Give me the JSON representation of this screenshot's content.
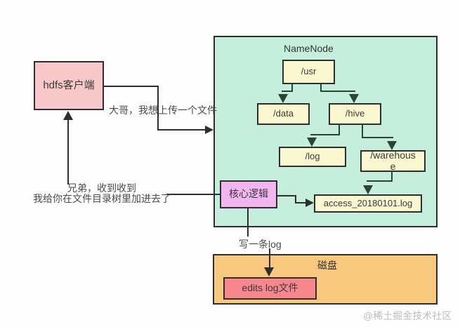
{
  "client": {
    "label": "hdfs客户端"
  },
  "namenode": {
    "title": "NameNode",
    "nodes": {
      "usr": "/usr",
      "data": "/data",
      "hive": "/hive",
      "log": "/log",
      "warehouse": "/warehouse",
      "access_file": "access_20180101.log"
    },
    "core_logic": "核心逻辑"
  },
  "annotations": {
    "upload_request": "大哥，我想上传一个文件",
    "ack_line1": "兄弟，收到收到",
    "ack_line2": "我给你在文件目录树里加进去了",
    "write_log": "写一条log"
  },
  "disk": {
    "title": "磁盘",
    "edits_log": "edits log文件"
  },
  "watermark": "@稀土掘金技术社区",
  "palette": {
    "client_pink": "#f9c8ca",
    "namenode_mint": "#c6eedc",
    "node_yellow": "#fbf7d0",
    "core_purple": "#f2b5ef",
    "disk_orange": "#f8c87f",
    "edits_salmon": "#f8868d",
    "line_dark": "#2e2e2e",
    "tree_line": "#2a4437",
    "watermark_gray": "#bcbcbc"
  }
}
